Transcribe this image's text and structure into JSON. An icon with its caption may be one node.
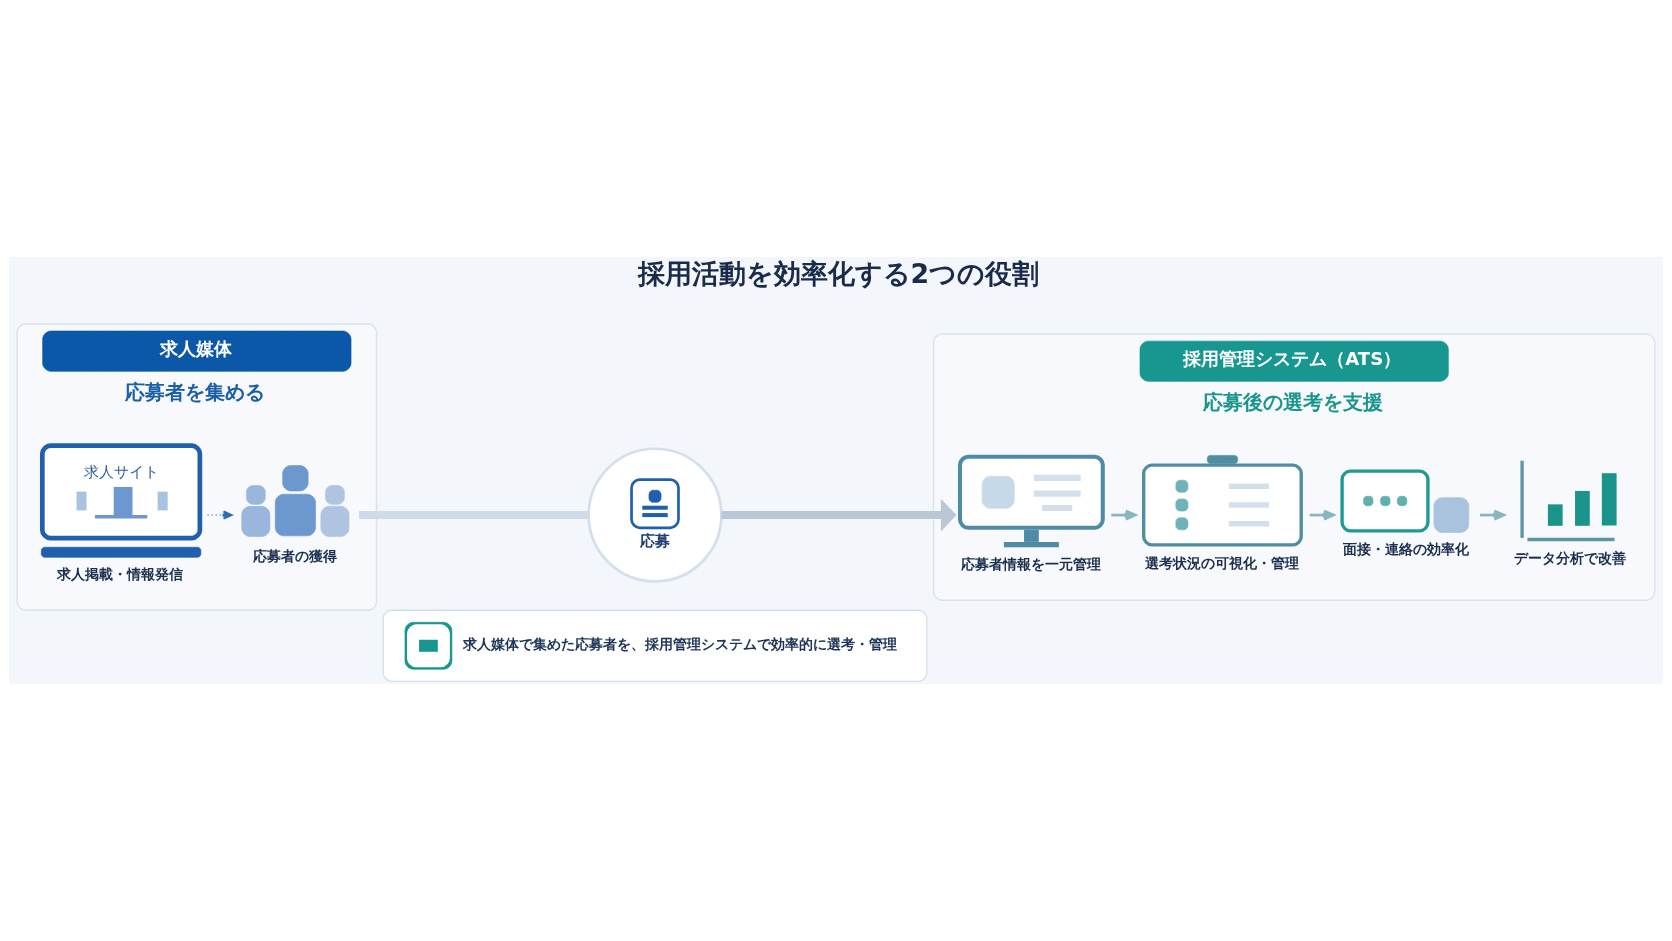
{
  "diagram": {
    "title": "採用活動を効率化する2つの役割",
    "nodes": [
      {
        "text": [
          "求人媒体",
          "応募者を集める"
        ]
      },
      {
        "text": [
          "求人サイト"
        ],
        "in": 0,
        "beside": [
          "求人掲載・情報発信"
        ]
      },
      {
        "text": [],
        "shape": "person",
        "in": 0,
        "beside": [
          "応募者の獲得"
        ]
      },
      {
        "text": [
          "応募"
        ]
      },
      {
        "text": [
          "採用管理システム（ATS）",
          "応募後の選考を支援"
        ]
      },
      {
        "text": [],
        "shape": "picture",
        "in": 4,
        "beside": [
          "応募者情報を一元管理"
        ]
      },
      {
        "text": [],
        "shape": "picture",
        "in": 4,
        "beside": [
          "選考状況の可視化・管理"
        ]
      },
      {
        "text": [],
        "shape": "picture",
        "in": 4,
        "beside": [
          "面接・連絡の効率化"
        ]
      },
      {
        "text": [],
        "shape": "picture",
        "in": 4,
        "beside": [
          "データ分析で改善"
        ]
      },
      {
        "text": [
          "求人媒体で集めた応募者を、採用管理システムで効率的に選考・管理"
        ]
      }
    ],
    "edges": [
      {
        "from": 1,
        "to": 2,
        "arrow": "to",
        "style": "dashed",
        "color": "#2f6cb8"
      },
      {
        "from": 2,
        "to": 3,
        "arrow": "none",
        "style": "thick",
        "color": "#cddbea"
      },
      {
        "from": 3,
        "to": 5,
        "arrow": "to",
        "style": "thick",
        "color": "#b9c7d6"
      },
      {
        "from": 5,
        "to": 6,
        "arrow": "to"
      },
      {
        "from": 6,
        "to": 7,
        "arrow": "to"
      },
      {
        "from": 7,
        "to": 8,
        "arrow": "to"
      }
    ]
  }
}
